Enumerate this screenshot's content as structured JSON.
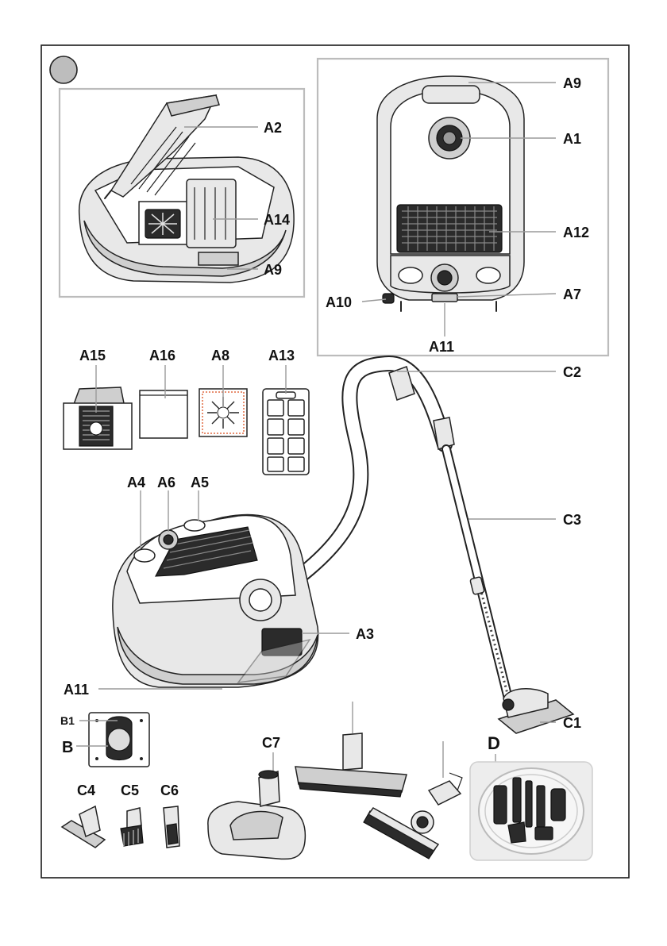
{
  "figure": {
    "labels": {
      "a1": "A1",
      "a2": "A2",
      "a3": "A3",
      "a4": "A4",
      "a5": "A5",
      "a6": "A6",
      "a7": "A7",
      "a8": "A8",
      "a9_top": "A9",
      "a9_left": "A9",
      "a10": "A10",
      "a11_front": "A11",
      "a11_side": "A11",
      "a12": "A12",
      "a13": "A13",
      "a14": "A14",
      "a15": "A15",
      "a16": "A16",
      "b": "B",
      "b1": "B1",
      "c1": "C1",
      "c2": "C2",
      "c3": "C3",
      "c4": "C4",
      "c5": "C5",
      "c6": "C6",
      "c7": "C7",
      "d": "D"
    }
  }
}
